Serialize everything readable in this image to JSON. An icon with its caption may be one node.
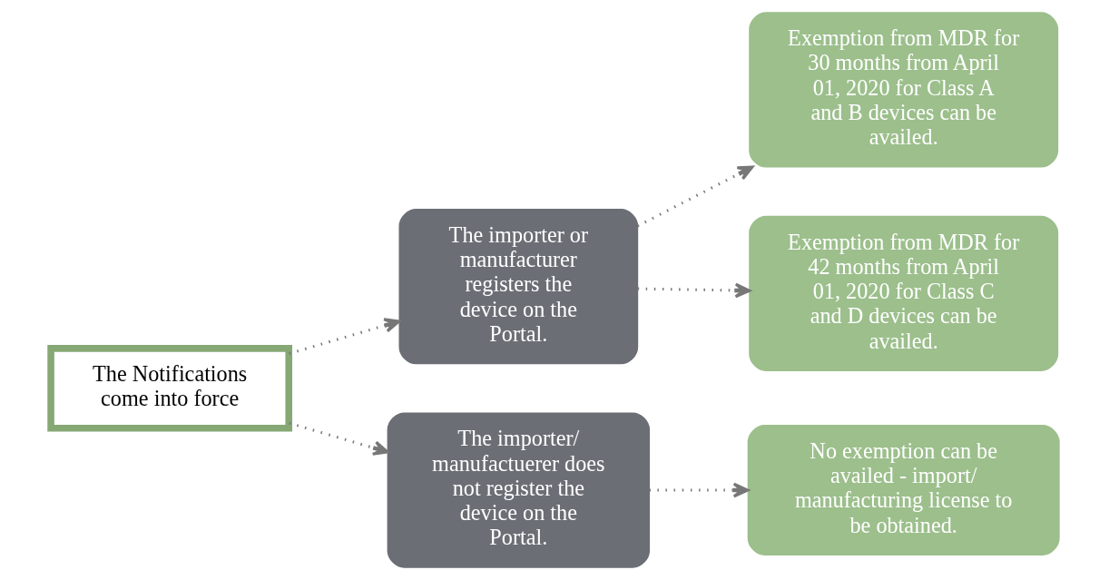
{
  "diagram": {
    "nodes": [
      {
        "text": [
          "The Notifications come into force"
        ]
      },
      {
        "text": [
          "The importer or manufacturer registers the device on the Portal."
        ]
      },
      {
        "text": [
          "Exemption from MDR for 30 months from April 01, 2020 for Class A and B devices can be availed."
        ]
      },
      {
        "text": [
          "Exemption from MDR for 42 months from April 01, 2020 for Class C and D devices can be availed."
        ]
      },
      {
        "text": [
          "The importer/ manufactuerer does not register the device on the Portal."
        ]
      },
      {
        "text": [
          "No exemption can be availed - import/ manufacturing license to be obtained."
        ]
      }
    ],
    "edges": [
      {
        "from": 0,
        "to": 1,
        "arrow": "to",
        "style": "dashed"
      },
      {
        "from": 1,
        "to": 2,
        "arrow": "to",
        "style": "dashed"
      },
      {
        "from": 1,
        "to": 3,
        "arrow": "to",
        "style": "dashed"
      },
      {
        "from": 0,
        "to": 4,
        "arrow": "to",
        "style": "dashed"
      },
      {
        "from": 4,
        "to": 5,
        "arrow": "to",
        "style": "dashed"
      }
    ]
  }
}
